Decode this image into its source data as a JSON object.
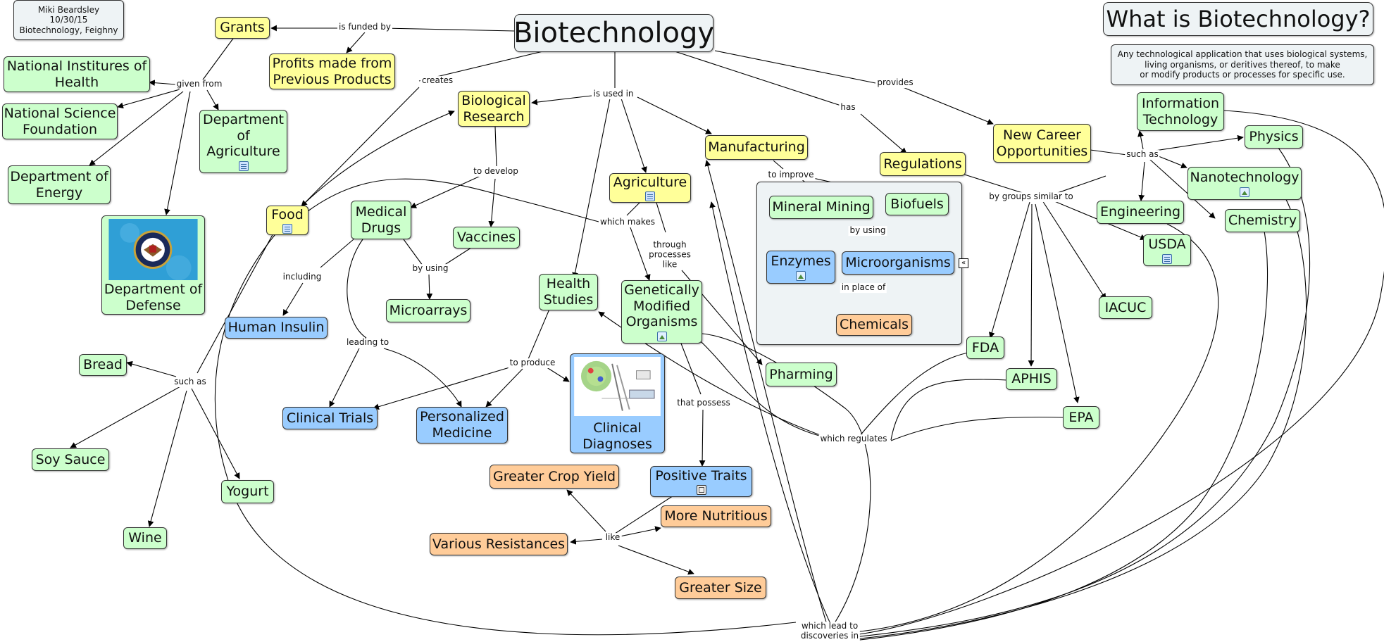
{
  "author": {
    "name": "Miki Beardsley",
    "date": "10/30/15",
    "course": "Biotechnology, Feighny"
  },
  "title": "Biotechnology",
  "question": "What is Biotechnology?",
  "definition": "Any technological application that uses biological systems,\nliving organisms, or deritives thereof, to make\nor modify products or processes for specific use.",
  "nodes": {
    "grants": "Grants",
    "profits": "Profits made from\nPrevious Products",
    "nih": "National Institures of\nHealth",
    "nsf": "National Science\nFoundation",
    "doe": "Department of\nEnergy",
    "usda_dept": "Department\nof\nAgriculture",
    "dod": "Department of\nDefense",
    "bio_research": "Biological\nResearch",
    "food": "Food",
    "medical_drugs": "Medical\nDrugs",
    "vaccines": "Vaccines",
    "microarrays": "Microarrays",
    "human_insulin": "Human Insulin",
    "bread": "Bread",
    "soy_sauce": "Soy Sauce",
    "yogurt": "Yogurt",
    "wine": "Wine",
    "clinical_trials": "Clinical Trials",
    "personalized_medicine": "Personalized\nMedicine",
    "health_studies": "Health\nStudies",
    "clinical_diagnoses": "Clinical\nDiagnoses",
    "agriculture": "Agriculture",
    "gmo": "Genetically\nModified\nOrganisms",
    "manufacturing": "Manufacturing",
    "mineral_mining": "Mineral Mining",
    "biofuels": "Biofuels",
    "enzymes": "Enzymes",
    "microorganisms": "Microorganisms",
    "chemicals": "Chemicals",
    "pharming": "Pharming",
    "regulations": "Regulations",
    "fda": "FDA",
    "aphis": "APHIS",
    "epa": "EPA",
    "new_career": "New Career\nOpportunities",
    "info_tech": "Information\nTechnology",
    "physics": "Physics",
    "nanotech": "Nanotechnology",
    "engineering": "Engineering",
    "chemistry": "Chemistry",
    "usda": "USDA",
    "iacuc": "IACUC",
    "positive_traits": "Positive Traits",
    "greater_crop_yield": "Greater Crop Yield",
    "more_nutritious": "More Nutritious",
    "various_resistances": "Various Resistances",
    "greater_size": "Greater Size"
  },
  "links": {
    "is_funded_by": "is funded by",
    "given_from": "given from",
    "creates": "creates",
    "is_used_in": "is used in",
    "has": "has",
    "provides": "provides",
    "to_develop": "to develop",
    "including": "including",
    "by_using_1": "by using",
    "leading_to": "leading to",
    "such_as_1": "such as",
    "to_produce": "to produce",
    "which_makes": "which makes",
    "through_processes_like": "through\nprocesses\nlike",
    "that_possess": "that possess",
    "like": "like",
    "to_improve": "to improve",
    "by_using_2": "by using",
    "in_place_of": "in place of",
    "by_groups_similar_to": "by groups similar to",
    "which_regulates": "which regulates",
    "such_as_2": "such as",
    "which_lead_to": "which lead to\ndiscoveries in"
  },
  "colors": {
    "yellow": "#ffff99",
    "green": "#ccffcc",
    "blue": "#99ccff",
    "orange": "#ffcc99",
    "grey": "#eef3f5",
    "line": "#000000"
  }
}
